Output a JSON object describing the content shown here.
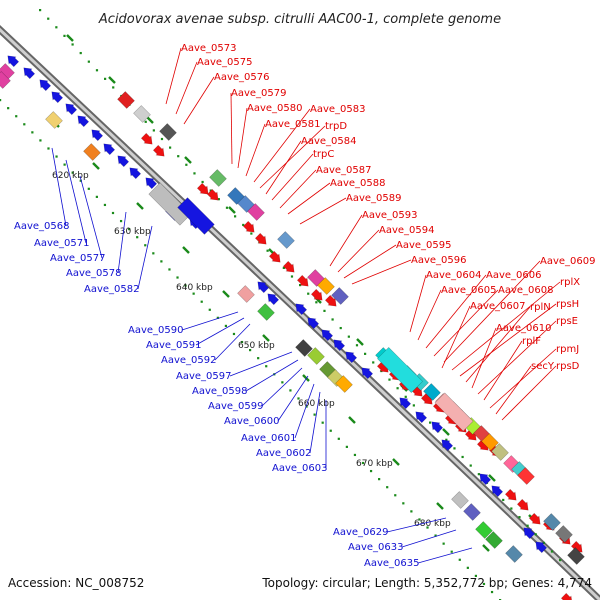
{
  "title": "Acidovorax avenae subsp. citrulli AAC00-1, complete genome",
  "footer": {
    "accession": "Accession: NC_008752",
    "summary": "Topology: circular; Length: 5,352,772 bp; Genes: 4,774"
  },
  "colors": {
    "forward_label": "#e00000",
    "reverse_label": "#1010d0",
    "backbone": "#888888",
    "tick": "#1a8a1a"
  },
  "scale_labels": [
    "620 kbp",
    "630 kbp",
    "640 kbp",
    "650 kbp",
    "660 kbp",
    "670 kbp",
    "680 kbp"
  ],
  "forward_genes": [
    "Aave_0573",
    "Aave_0575",
    "Aave_0576",
    "Aave_0579",
    "Aave_0580",
    "Aave_0581",
    "Aave_0583",
    "trpD",
    "Aave_0584",
    "trpC",
    "Aave_0587",
    "Aave_0588",
    "Aave_0589",
    "Aave_0593",
    "Aave_0594",
    "Aave_0595",
    "Aave_0596",
    "Aave_0604",
    "Aave_0605",
    "Aave_0606",
    "Aave_0608",
    "Aave_0609",
    "rplX",
    "rpsH",
    "rplN",
    "Aave_0607",
    "Aave_0610",
    "rpsE",
    "rplF",
    "rpmJ",
    "secY",
    "rpsD"
  ],
  "reverse_genes": [
    "Aave_0568",
    "Aave_0571",
    "Aave_0577",
    "Aave_0578",
    "Aave_0582",
    "Aave_0590",
    "Aave_0591",
    "Aave_0592",
    "Aave_0597",
    "Aave_0598",
    "Aave_0599",
    "Aave_0600",
    "Aave_0601",
    "Aave_0602",
    "Aave_0603",
    "Aave_0629",
    "Aave_0633",
    "Aave_0635"
  ]
}
